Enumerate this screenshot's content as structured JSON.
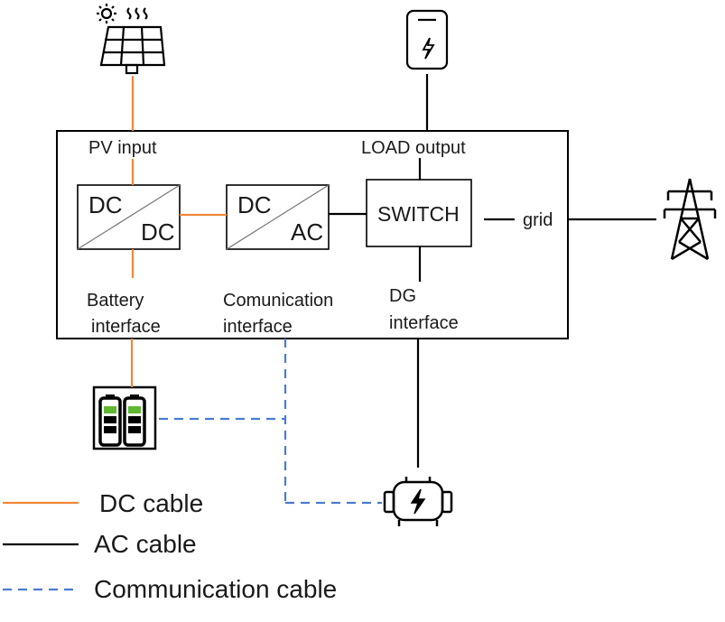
{
  "labels": {
    "pv_input": "PV input",
    "load_output": "LOAD output",
    "grid": "grid",
    "battery_line1": "Battery",
    "battery_line2": "interface",
    "comm_line1": "Comunication",
    "comm_line2": "interface",
    "dg_line1": "DG",
    "dg_line2": "interface"
  },
  "blocks": {
    "dcdc_top": "DC",
    "dcdc_bottom": "DC",
    "dcac_top": "DC",
    "dcac_bottom": "AC",
    "switch": "SWITCH"
  },
  "legend": [
    {
      "label": "DC cable",
      "style": "solid",
      "color": "#f0883a"
    },
    {
      "label": "AC cable",
      "style": "solid",
      "color": "#000000"
    },
    {
      "label": "Communication cable",
      "style": "dashed",
      "color": "#4a7bd0"
    }
  ],
  "colors": {
    "dc_cable": "#f0883a",
    "ac_cable": "#000000",
    "comm_cable": "#4a7bd0",
    "battery_cell": "#5fb832"
  },
  "icons": {
    "solar": "solar-panel-icon",
    "load": "load-panel-icon",
    "grid": "transmission-tower-icon",
    "battery": "battery-icon",
    "generator": "generator-icon"
  }
}
